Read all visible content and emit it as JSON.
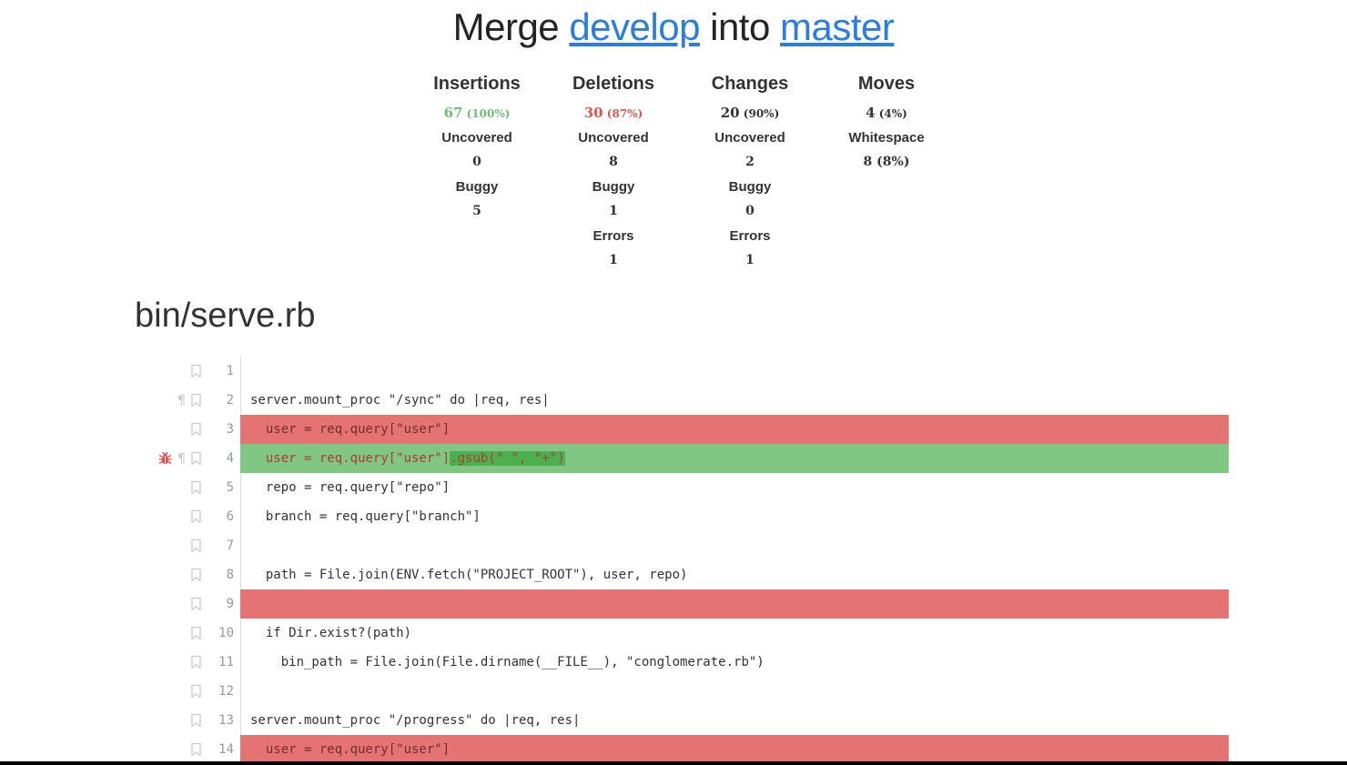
{
  "title": {
    "prefix": "Merge ",
    "from_branch": "develop",
    "middle": " into ",
    "to_branch": "master"
  },
  "stats": {
    "columns": [
      {
        "id": "insertions",
        "header": "Insertions",
        "value": "67",
        "pct": "(100%)",
        "value_color": "#6ec06e",
        "rows": [
          {
            "label": "Uncovered",
            "value": "0"
          },
          {
            "label": "Buggy",
            "value": "5"
          }
        ]
      },
      {
        "id": "deletions",
        "header": "Deletions",
        "value": "30",
        "pct": "(87%)",
        "value_color": "#e5544c",
        "rows": [
          {
            "label": "Uncovered",
            "value": "8"
          },
          {
            "label": "Buggy",
            "value": "1"
          },
          {
            "label": "Errors",
            "value": "1"
          }
        ]
      },
      {
        "id": "changes",
        "header": "Changes",
        "value": "20",
        "pct": "(90%)",
        "value_color": "#333333",
        "rows": [
          {
            "label": "Uncovered",
            "value": "2"
          },
          {
            "label": "Buggy",
            "value": "0"
          },
          {
            "label": "Errors",
            "value": "1"
          }
        ]
      },
      {
        "id": "moves",
        "header": "Moves",
        "value": "4",
        "pct": "(4%)",
        "value_color": "#333333",
        "rows": [
          {
            "label": "Whitespace",
            "value": "8 (8%)"
          }
        ]
      }
    ]
  },
  "file": {
    "name": "bin/serve.rb",
    "lines": [
      {
        "num": "1",
        "text": "",
        "type": "context",
        "icons": [
          "bookmark-icon"
        ]
      },
      {
        "num": "2",
        "text": "server.mount_proc \"/sync\" do |req, res|",
        "type": "context",
        "icons": [
          "pilcrow-icon",
          "bookmark-icon"
        ]
      },
      {
        "num": "3",
        "text": "  user = req.query[\"user\"]",
        "type": "deleted",
        "icons": [
          "bookmark-icon"
        ]
      },
      {
        "num": "4",
        "text": "  user = req.query[\"user\"]",
        "highlight": ".gsub(\" \", \"+\")",
        "type": "added",
        "icons": [
          "bug-icon",
          "pilcrow-icon",
          "bookmark-icon"
        ]
      },
      {
        "num": "5",
        "text": "  repo = req.query[\"repo\"]",
        "type": "context",
        "icons": [
          "bookmark-icon"
        ]
      },
      {
        "num": "6",
        "text": "  branch = req.query[\"branch\"]",
        "type": "context",
        "icons": [
          "bookmark-icon"
        ]
      },
      {
        "num": "7",
        "text": "",
        "type": "context",
        "icons": [
          "bookmark-icon"
        ]
      },
      {
        "num": "8",
        "text": "  path = File.join(ENV.fetch(\"PROJECT_ROOT\"), user, repo)",
        "type": "context",
        "icons": [
          "bookmark-icon"
        ]
      },
      {
        "num": "9",
        "text": "",
        "type": "deleted",
        "icons": [
          "bookmark-icon"
        ]
      },
      {
        "num": "10",
        "text": "  if Dir.exist?(path)",
        "type": "context",
        "icons": [
          "bookmark-icon"
        ]
      },
      {
        "num": "11",
        "text": "    bin_path = File.join(File.dirname(__FILE__), \"conglomerate.rb\")",
        "type": "context",
        "icons": [
          "bookmark-icon"
        ]
      },
      {
        "num": "12",
        "text": "",
        "type": "context",
        "icons": [
          "bookmark-icon"
        ]
      },
      {
        "num": "13",
        "text": "server.mount_proc \"/progress\" do |req, res|",
        "type": "context",
        "icons": [
          "bookmark-icon"
        ]
      },
      {
        "num": "14",
        "text": "  user = req.query[\"user\"]",
        "type": "deleted",
        "icons": [
          "bookmark-icon"
        ]
      }
    ]
  },
  "colors": {
    "link": "#2a7de2",
    "deleted_bg": "#e57373",
    "deleted_text": "#702e2e",
    "added_bg": "#81c784",
    "added_text": "#ae3b33",
    "added_highlight_bg": "#4caf50"
  }
}
